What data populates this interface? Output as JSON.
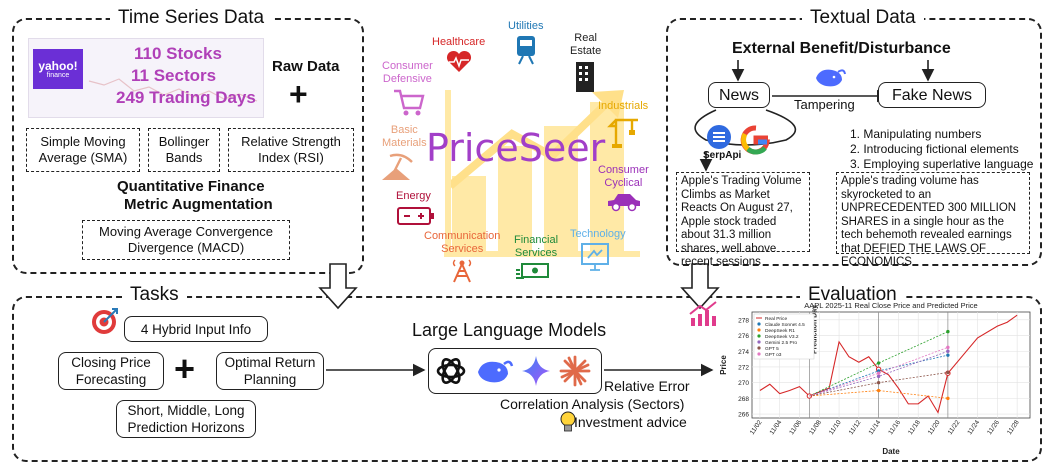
{
  "panels": {
    "time_series": "Time Series Data",
    "textual": "Textual Data",
    "tasks": "Tasks",
    "evaluation": "Evaluation"
  },
  "time_series": {
    "screenshot_logo_line1": "yahoo!",
    "screenshot_logo_line2": "finance",
    "stats": [
      "110 Stocks",
      "11 Sectors",
      "249 Trading Days"
    ],
    "raw_data": "Raw Data",
    "plus": "+",
    "sma": "Simple Moving Average (SMA)",
    "bollinger": "Bollinger Bands",
    "rsi": "Relative Strength Index (RSI)",
    "augmentation_line1": "Quantitative Finance",
    "augmentation_line2": "Metric Augmentation",
    "macd": "Moving Average Convergence Divergence (MACD)"
  },
  "center": {
    "title": "PriceSeer",
    "sectors": {
      "healthcare": "Healthcare",
      "utilities": "Utilities",
      "real_estate_1": "Real",
      "real_estate_2": "Estate",
      "consumer_defensive_1": "Consumer",
      "consumer_defensive_2": "Defensive",
      "industrials": "Industrials",
      "basic_materials_1": "Basic",
      "basic_materials_2": "Materials",
      "consumer_cyclical_1": "Consumer",
      "consumer_cyclical_2": "Cyclical",
      "energy": "Energy",
      "communication_1": "Communication",
      "communication_2": "Services",
      "financial_1": "Financial",
      "financial_2": "Services",
      "technology": "Technology"
    },
    "colors": {
      "healthcare": "#d62728",
      "utilities": "#1f77b4",
      "real_estate": "#222222",
      "consumer_defensive": "#cc66cc",
      "industrials": "#e6a800",
      "basic_materials": "#e8a07a",
      "consumer_cyclical": "#9b30b8",
      "energy": "#b0103a",
      "communication": "#e8663a",
      "financial": "#1f8a3a",
      "technology": "#5fb0e8"
    }
  },
  "textual": {
    "external": "External Benefit/Disturbance",
    "news": "News",
    "tampering": "Tampering",
    "fake_news": "Fake News",
    "serpapi": "SerpApi",
    "fake_steps": [
      "1. Manipulating numbers",
      "2. Introducing fictional elements",
      "3. Employing superlative language"
    ],
    "real_article": "Apple's Trading Volume Climbs as Market Reacts On August 27, Apple stock traded about 31.3 million shares, well above recent sessions",
    "fake_article": "Apple's trading volume has skyrocketed to an UNPRECEDENTED 300 MILLION SHARES in a single hour as the tech behemoth revealed earnings that DEFIED THE LAWS OF ECONOMICS"
  },
  "tasks": {
    "hybrid": "4 Hybrid Input Info",
    "closing_line1": "Closing Price",
    "closing_line2": "Forecasting",
    "plus": "+",
    "optimal_line1": "Optimal Return",
    "optimal_line2": "Planning",
    "horizons_line1": "Short, Middle, Long",
    "horizons_line2": "Prediction Horizons",
    "llm_title": "Large Language Models",
    "metric1": "Relative Error",
    "metric2": "Correlation Analysis (Sectors)",
    "metric3": "Investment advice"
  },
  "chart_data": {
    "type": "line",
    "title": "AAPL 2025-11 Real Close Price and Predicted Price",
    "xlabel": "Date",
    "ylabel": "Price",
    "annotation": "Prediction Day",
    "x_ticks": [
      "11/02",
      "11/04",
      "11/06",
      "11/08",
      "11/10",
      "11/12",
      "11/14",
      "11/16",
      "11/18",
      "11/20",
      "11/22",
      "11/24",
      "11/26",
      "11/28"
    ],
    "y_ticks": [
      266,
      268,
      270,
      272,
      274,
      276,
      278
    ],
    "ylim": [
      265.5,
      279
    ],
    "xlim": [
      1.2,
      29.3
    ],
    "series": [
      {
        "name": "Real Price",
        "color": "#d62728",
        "x": [
          2,
          3,
          4,
          5,
          6,
          7,
          9,
          10,
          11,
          12,
          13,
          14,
          15,
          16,
          17,
          18,
          19,
          20,
          21,
          23,
          24,
          26,
          27,
          28
        ],
        "y": [
          269,
          269.8,
          268.6,
          269,
          269.5,
          268.3,
          269.3,
          275.2,
          273.3,
          272.6,
          273.3,
          271.7,
          271,
          269.3,
          267.3,
          267.3,
          268.3,
          266.2,
          271.2,
          274.2,
          275.7,
          277.2,
          277.7,
          278.6
        ]
      },
      {
        "name": "Claude Sonnet 4.5",
        "color": "#1f77b4",
        "x": [
          7,
          14,
          21
        ],
        "y": [
          268.3,
          271.5,
          273.5
        ]
      },
      {
        "name": "DeepSeek R1",
        "color": "#ff7f0e",
        "x": [
          7,
          14,
          21
        ],
        "y": [
          268.3,
          269,
          268
        ]
      },
      {
        "name": "DeepSeek V3.2",
        "color": "#2ca02c",
        "x": [
          7,
          14,
          21
        ],
        "y": [
          268.3,
          272.5,
          276.5
        ]
      },
      {
        "name": "Gemini 2.5 Pro",
        "color": "#9467bd",
        "x": [
          7,
          14,
          21
        ],
        "y": [
          268.3,
          270.8,
          274
        ]
      },
      {
        "name": "GPT 5",
        "color": "#8c564b",
        "x": [
          7,
          14,
          21
        ],
        "y": [
          268.3,
          270,
          271.3
        ]
      },
      {
        "name": "GPT o3",
        "color": "#e377c2",
        "x": [
          7,
          14,
          21
        ],
        "y": [
          268.3,
          271.2,
          274.5
        ]
      }
    ],
    "vlines": [
      7,
      14,
      21
    ],
    "grid": true,
    "legend": "top-left"
  }
}
